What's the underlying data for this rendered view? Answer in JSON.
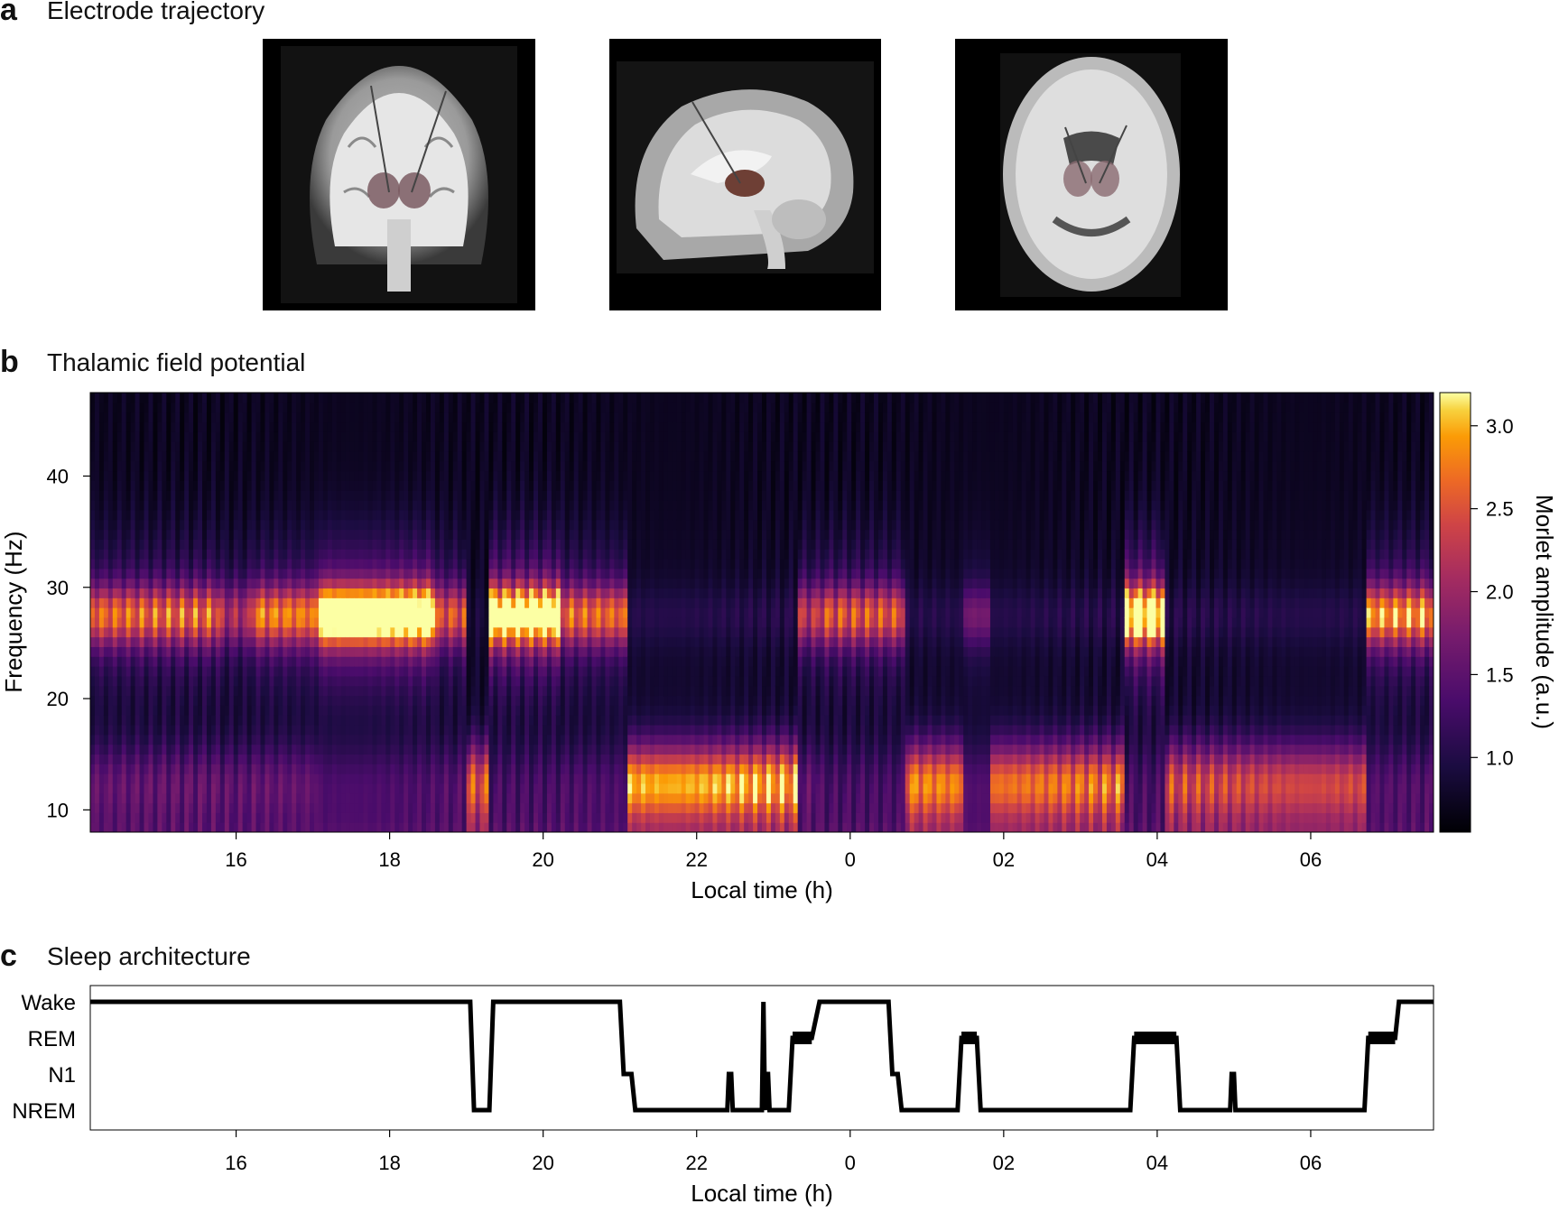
{
  "panels": {
    "a": {
      "letter": "a",
      "title": "Electrode trajectory"
    },
    "b": {
      "letter": "b",
      "title": "Thalamic field potential"
    },
    "c": {
      "letter": "c",
      "title": "Sleep architecture"
    }
  },
  "mri_views": [
    {
      "view": "coronal",
      "icon": "coronal-brain-slice"
    },
    {
      "view": "sagittal",
      "icon": "sagittal-brain-slice"
    },
    {
      "view": "axial",
      "icon": "axial-brain-slice"
    }
  ],
  "chart_data": [
    {
      "type": "heatmap",
      "panel": "b",
      "title": "Thalamic field potential",
      "xlabel": "Local time (h)",
      "ylabel": "Frequency (Hz)",
      "x_range_hours": [
        14.1,
        31.6
      ],
      "x_ticks": [
        16,
        18,
        20,
        22,
        24,
        26,
        28,
        30
      ],
      "x_tick_labels": [
        "16",
        "18",
        "20",
        "22",
        "0",
        "02",
        "04",
        "06"
      ],
      "ylim": [
        8,
        47.5
      ],
      "y_ticks": [
        10,
        20,
        30,
        40
      ],
      "y_tick_labels": [
        "10",
        "20",
        "30",
        "40"
      ],
      "colormap": "inferno",
      "colorbar": {
        "label": "Morlet amplitude (a.u.)",
        "range": [
          0.55,
          3.2
        ],
        "ticks": [
          1.0,
          1.5,
          2.0,
          2.5,
          3.0
        ],
        "tick_labels": [
          "1.0",
          "1.5",
          "2.0",
          "2.5",
          "3.0"
        ]
      },
      "segments": [
        {
          "start": 14.1,
          "end": 15.8,
          "beta": 2.0,
          "alpha": 1.15
        },
        {
          "start": 15.8,
          "end": 16.2,
          "beta": 1.6,
          "alpha": 1.1
        },
        {
          "start": 16.2,
          "end": 17.1,
          "beta": 2.1,
          "alpha": 1.15
        },
        {
          "start": 17.1,
          "end": 18.6,
          "beta": 3.0,
          "alpha": 0.95
        },
        {
          "start": 18.6,
          "end": 19.0,
          "beta": 1.9,
          "alpha": 1.0
        },
        {
          "start": 19.0,
          "end": 19.3,
          "beta": 0.7,
          "alpha": 2.0
        },
        {
          "start": 19.3,
          "end": 20.2,
          "beta": 2.85,
          "alpha": 0.9
        },
        {
          "start": 20.2,
          "end": 21.1,
          "beta": 2.0,
          "alpha": 0.95
        },
        {
          "start": 21.1,
          "end": 23.3,
          "beta": 0.8,
          "alpha": 2.5
        },
        {
          "start": 23.3,
          "end": 23.6,
          "beta": 1.7,
          "alpha": 1.1
        },
        {
          "start": 23.6,
          "end": 24.7,
          "beta": 1.9,
          "alpha": 0.9
        },
        {
          "start": 24.7,
          "end": 25.5,
          "beta": 0.8,
          "alpha": 2.3
        },
        {
          "start": 25.5,
          "end": 25.8,
          "beta": 1.3,
          "alpha": 1.0
        },
        {
          "start": 25.8,
          "end": 27.6,
          "beta": 0.8,
          "alpha": 2.2
        },
        {
          "start": 27.6,
          "end": 28.1,
          "beta": 2.8,
          "alpha": 0.9
        },
        {
          "start": 28.1,
          "end": 30.7,
          "beta": 0.8,
          "alpha": 1.9
        },
        {
          "start": 30.7,
          "end": 31.6,
          "beta": 2.2,
          "alpha": 1.0
        }
      ]
    },
    {
      "type": "line",
      "panel": "c",
      "title": "Sleep architecture",
      "xlabel": "Local time (h)",
      "x_range_hours": [
        14.1,
        31.6
      ],
      "x_ticks": [
        16,
        18,
        20,
        22,
        24,
        26,
        28,
        30
      ],
      "x_tick_labels": [
        "16",
        "18",
        "20",
        "22",
        "0",
        "02",
        "04",
        "06"
      ],
      "y_categories": [
        "Wake",
        "REM",
        "N1",
        "NREM"
      ],
      "series": [
        {
          "x": [
            14.1,
            19.05,
            19.1,
            19.3,
            19.35,
            21.0,
            21.05,
            21.15,
            21.2,
            22.4,
            22.42,
            22.45,
            22.47,
            22.85,
            22.87,
            22.89,
            22.91,
            22.93,
            22.95,
            23.2,
            23.25,
            23.5,
            23.6,
            24.5,
            24.55,
            24.62,
            24.67,
            25.4,
            25.45,
            25.65,
            25.7,
            27.65,
            27.7,
            28.25,
            28.3,
            28.95,
            28.97,
            29.0,
            29.02,
            30.7,
            30.75,
            31.1,
            31.15,
            31.6
          ],
          "y": [
            "Wake",
            "Wake",
            "NREM",
            "NREM",
            "Wake",
            "Wake",
            "N1",
            "N1",
            "NREM",
            "NREM",
            "N1",
            "N1",
            "NREM",
            "NREM",
            "Wake",
            "NREM",
            "N1",
            "N1",
            "NREM",
            "NREM",
            "REM",
            "REM",
            "Wake",
            "Wake",
            "N1",
            "N1",
            "NREM",
            "NREM",
            "REM",
            "REM",
            "NREM",
            "NREM",
            "REM",
            "REM",
            "NREM",
            "NREM",
            "N1",
            "N1",
            "NREM",
            "NREM",
            "REM",
            "REM",
            "Wake",
            "Wake"
          ]
        }
      ]
    }
  ]
}
